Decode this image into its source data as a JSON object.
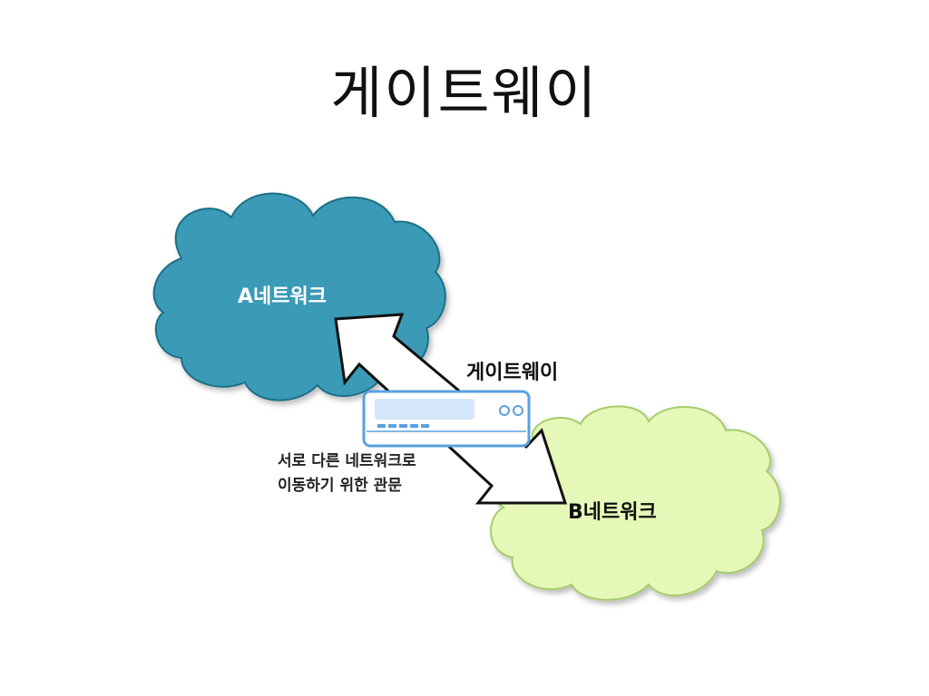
{
  "title": "게이트웨이",
  "diagram": {
    "network_a_label": "A네트워크",
    "network_b_label": "B네트워크",
    "gateway_label": "게이트웨이",
    "description_lines": [
      "서로 다른 네트워크로",
      "이동하기 위한 관문"
    ],
    "icons": {
      "network_a": "cloud-icon",
      "network_b": "cloud-icon",
      "gateway": "gateway-device-icon",
      "connection": "double-headed-arrow-icon"
    },
    "colors": {
      "network_a_fill": "#3a9ab6",
      "network_b_fill": "#e6f8b8",
      "gateway_outline": "#5aa0e0",
      "arrow_fill": "#ffffff",
      "arrow_outline": "#111111"
    }
  }
}
